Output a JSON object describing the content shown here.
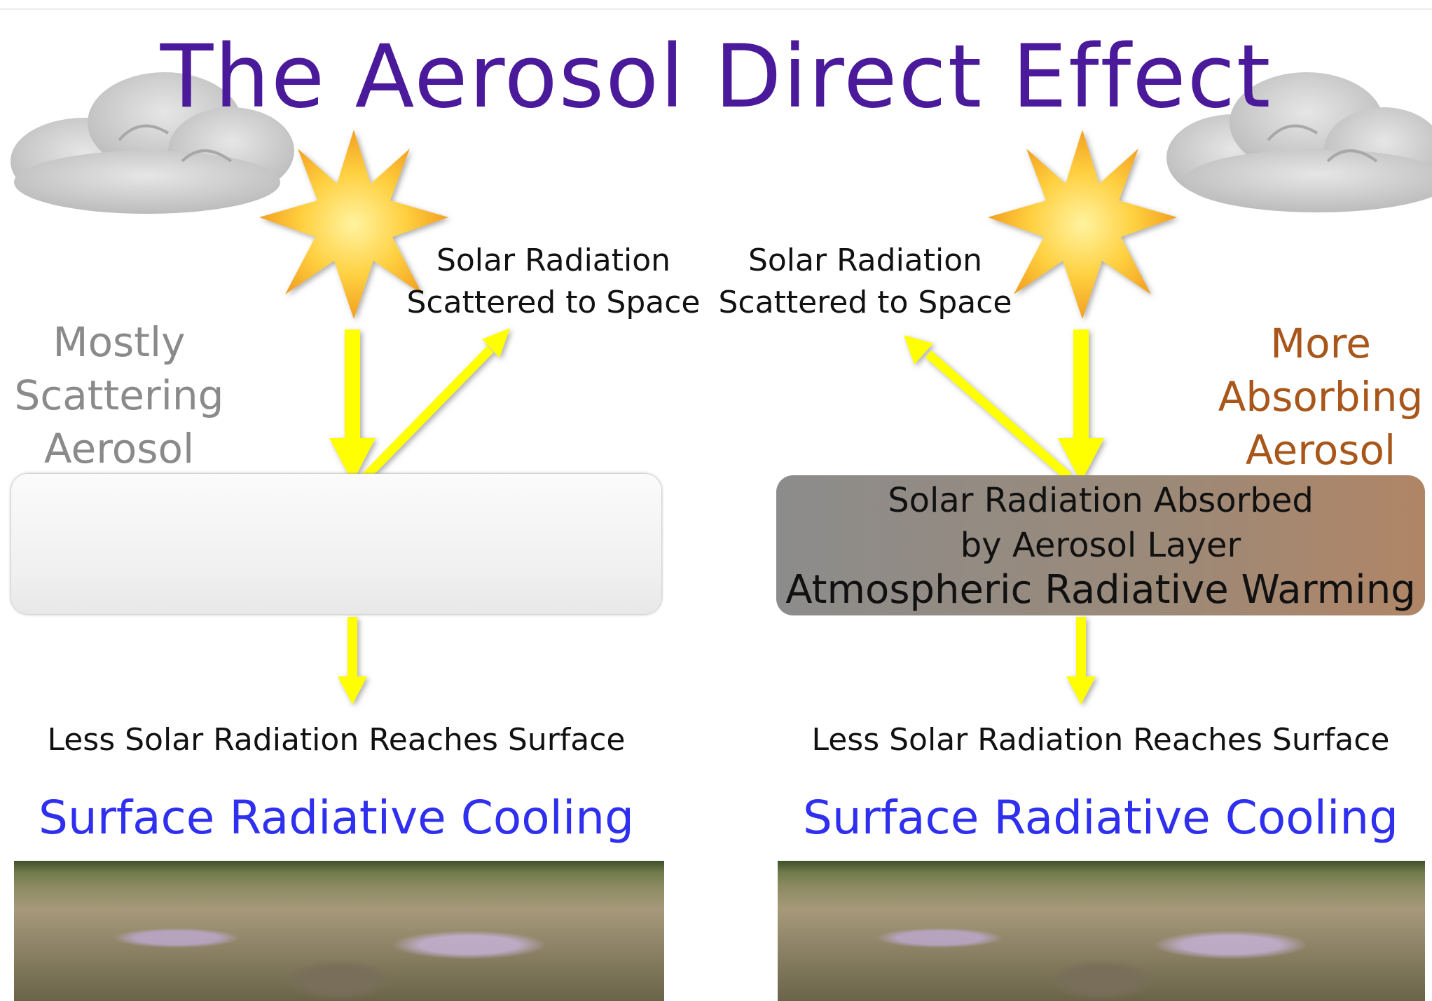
{
  "title": "The Aerosol Direct Effect",
  "left": {
    "scattered_label_line1": "Solar Radiation",
    "scattered_label_line2": "Scattered to Space",
    "aerosol_line1": "Mostly",
    "aerosol_line2": "Scattering",
    "aerosol_line3": "Aerosol",
    "surface_label": "Less Solar Radiation Reaches Surface",
    "effect_label": "Surface Radiative Cooling"
  },
  "right": {
    "scattered_label_line1": "Solar Radiation",
    "scattered_label_line2": "Scattered to Space",
    "aerosol_line1": "More",
    "aerosol_line2": "Absorbing",
    "aerosol_line3": "Aerosol",
    "layer_line1": "Solar Radiation Absorbed",
    "layer_line2": "by Aerosol Layer",
    "layer_line3": "Atmospheric Radiative Warming",
    "surface_label": "Less Solar Radiation Reaches Surface",
    "effect_label": "Surface Radiative Cooling"
  },
  "colors": {
    "title": "#4a1a9a",
    "scattering_aerosol": "#8a8a8a",
    "absorbing_aerosol": "#a8561a",
    "cooling": "#2f2ff0",
    "warming": "#e61e14",
    "radiation_arrow": "#ffff00"
  },
  "icons": [
    "cloud-icon",
    "sun-icon",
    "arrow-icon"
  ]
}
